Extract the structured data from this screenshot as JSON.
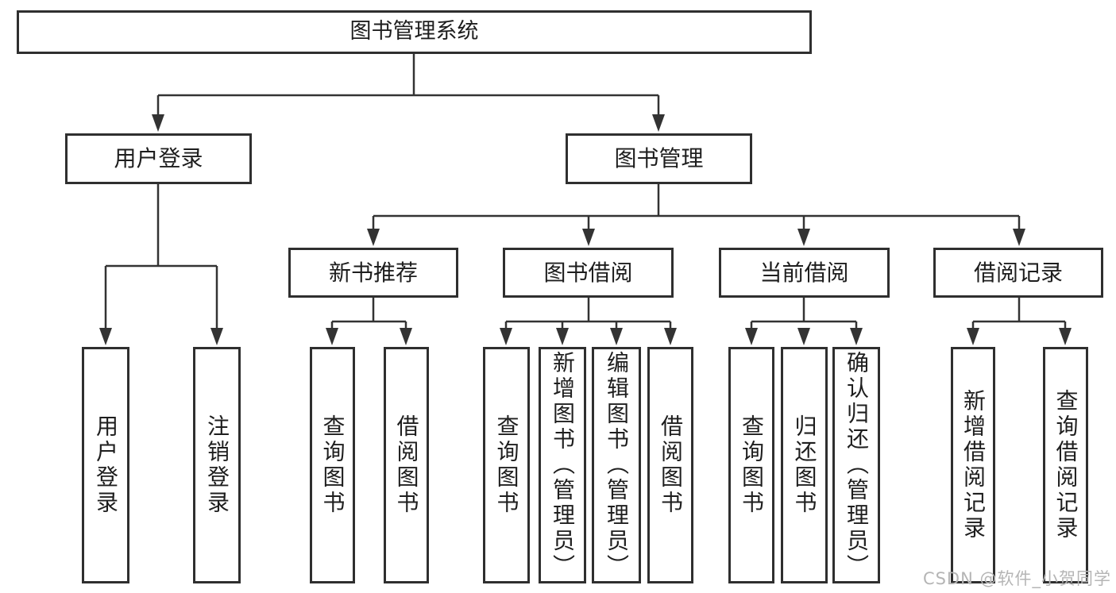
{
  "diagram_title": "图书管理系统",
  "colors": {
    "background": "#ffffff",
    "box_border": "#2f2f2f",
    "connector_line": "#333333",
    "text": "#1e1e1e",
    "watermark": "#b5b5b5"
  },
  "tree": {
    "root": {
      "label": "图书管理系统"
    },
    "branches": [
      {
        "id": "user-login",
        "label": "用户登录",
        "children": [
          {
            "id": "user-login-leaf",
            "label": "用户登录"
          },
          {
            "id": "logout-leaf",
            "label": "注销登录"
          }
        ]
      },
      {
        "id": "book-management",
        "label": "图书管理",
        "children": [
          {
            "id": "new-book-recommend",
            "label": "新书推荐",
            "children": [
              {
                "id": "query-books",
                "label": "查询图书"
              },
              {
                "id": "borrow-books",
                "label": "借阅图书"
              }
            ]
          },
          {
            "id": "book-borrowing",
            "label": "图书借阅",
            "children": [
              {
                "id": "query-books",
                "label": "查询图书"
              },
              {
                "id": "add-books-admin",
                "label": "新增图书（管理员）"
              },
              {
                "id": "edit-books-admin",
                "label": "编辑图书（管理员）"
              },
              {
                "id": "borrow-books",
                "label": "借阅图书"
              }
            ]
          },
          {
            "id": "current-borrowing",
            "label": "当前借阅",
            "children": [
              {
                "id": "query-books",
                "label": "查询图书"
              },
              {
                "id": "return-books",
                "label": "归还图书"
              },
              {
                "id": "confirm-return-admin",
                "label": "确认归还（管理员）"
              }
            ]
          },
          {
            "id": "borrowing-records",
            "label": "借阅记录",
            "children": [
              {
                "id": "add-borrow-record",
                "label": "新增借阅记录"
              },
              {
                "id": "query-borrow-record",
                "label": "查询借阅记录"
              }
            ]
          }
        ]
      }
    ]
  },
  "watermark": "CSDN @软件_小贺同学"
}
